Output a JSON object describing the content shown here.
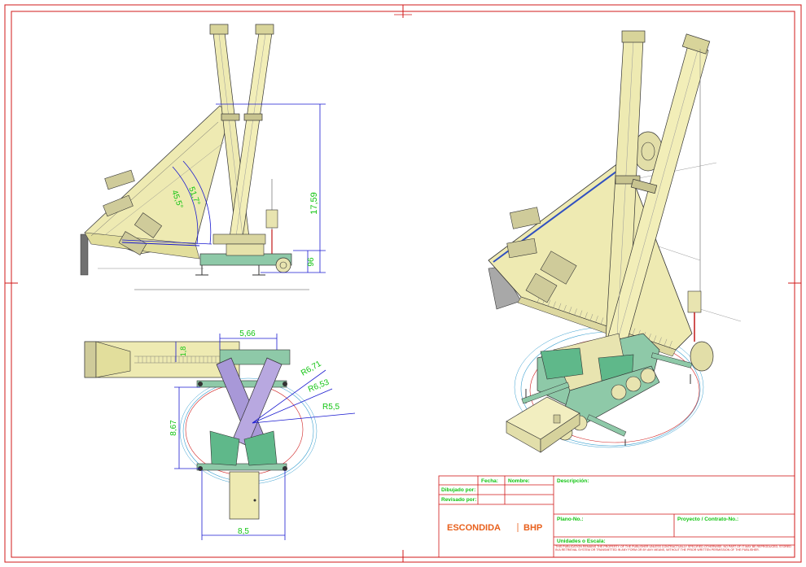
{
  "dimensions": {
    "height_total": "17,59",
    "height_base": "96",
    "angle_upper": "51,7°",
    "angle_lower": "45,5°",
    "width_top": "5,66",
    "offset_small": "1,8",
    "radius_1": "R6,71",
    "radius_2": "R6,53",
    "radius_3": "R5,5",
    "depth_side": "8,67",
    "width_bottom": "8,5"
  },
  "title_block": {
    "fecha_label": "Fecha:",
    "nombre_label": "Nombre:",
    "descripcion_label": "Descripción:",
    "dibujado_label": "Dibujado por:",
    "revisado_label": "Revisado por:",
    "plano_label": "Plano-No.:",
    "proyecto_label": "Proyecto / Contrato-No.:",
    "unidades_label": "Unidades o Escala:",
    "brand_left": "ESCONDIDA",
    "brand_right": "BHP",
    "disclaimer": "THIS PUBLICATION REMAINS THE PROPERTY OF THE PUBLISHER UNLESS CONTRACTUALLY SPECIFIED OTHERWISE. NO PART OF IT MAY BE REPRODUCED, STORED IN A RETRIEVAL SYSTEM OR TRANSMITTED IN ANY FORM OR BY ANY MEANS, WITHOUT THE PRIOR WRITTEN PERMISSION OF THE PUBLISHER."
  },
  "colors": {
    "frame": "#d01818",
    "dimension": "#11c411",
    "dimension_line": "#1a1ad0",
    "boom": "#eeeab2",
    "carrier": "#8ec9a8",
    "brand": "#e8601c"
  }
}
